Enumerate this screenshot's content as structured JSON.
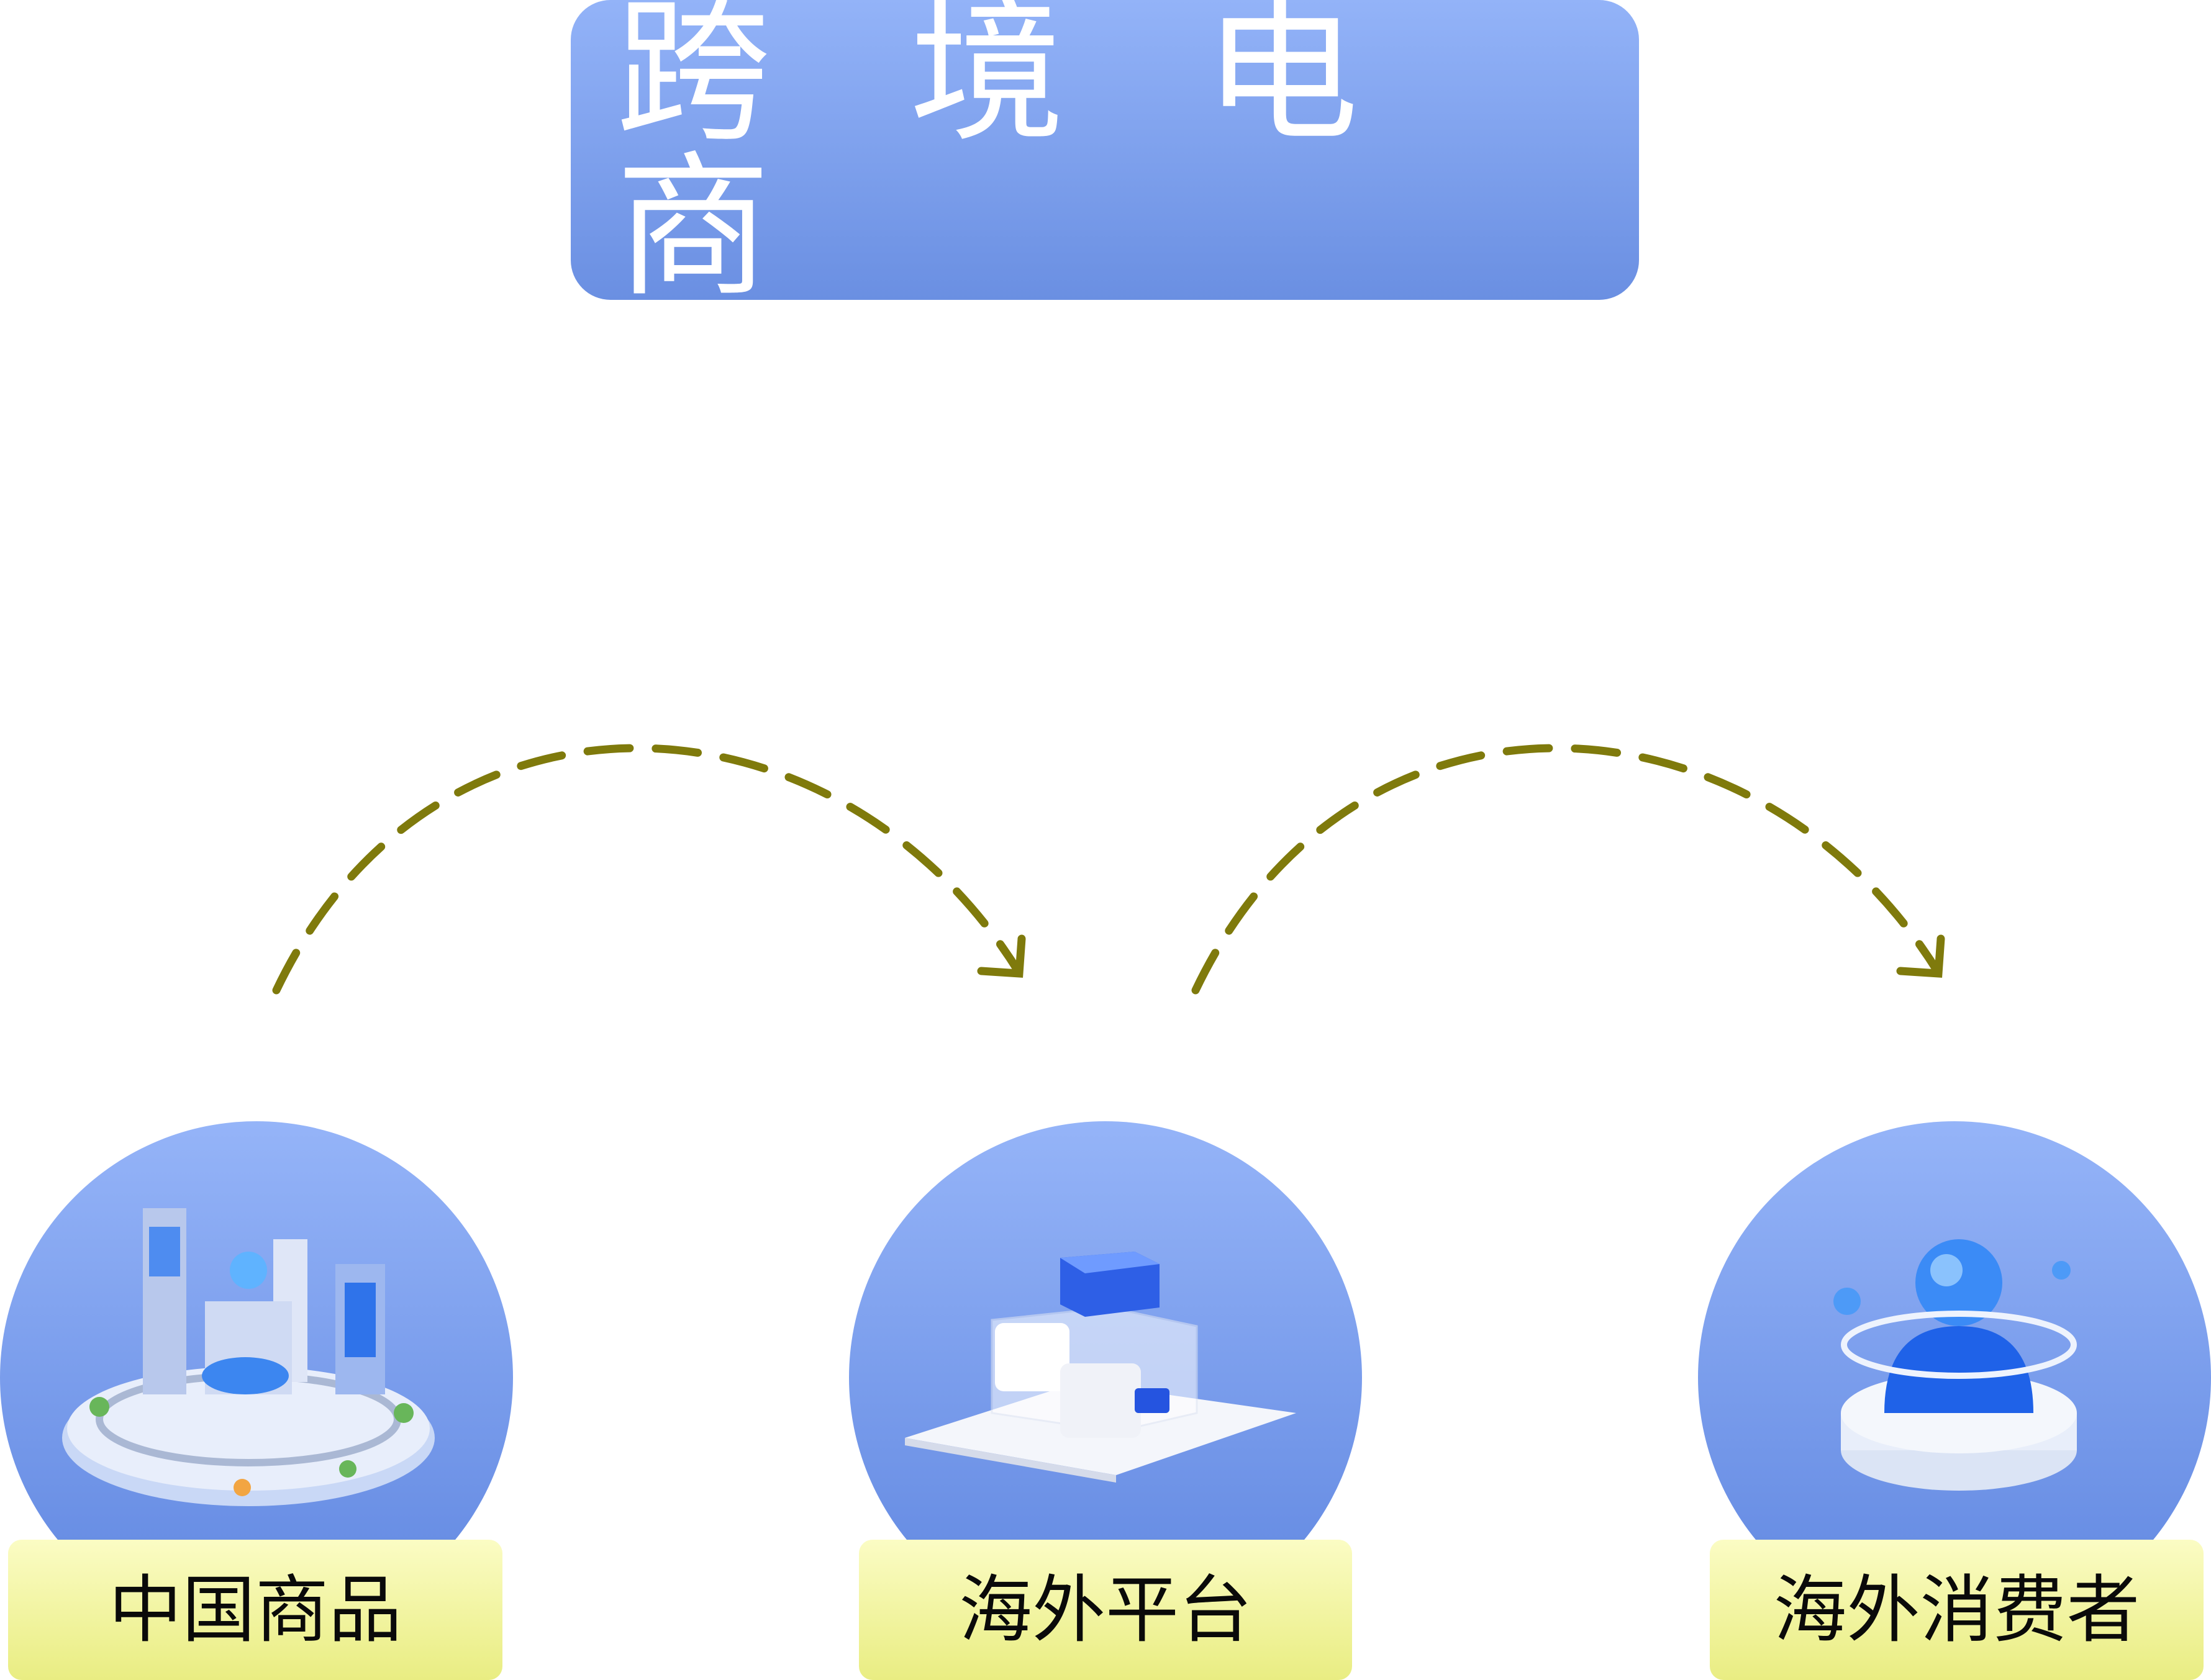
{
  "title": "跨 境 电 商",
  "nodes": [
    {
      "label": "中国商品",
      "icon": "city-icon"
    },
    {
      "label": "海外平台",
      "icon": "platform-cube-icon"
    },
    {
      "label": "海外消费者",
      "icon": "consumer-figure-icon"
    }
  ],
  "colors": {
    "title_gradient": [
      "#93b3f8",
      "#6a8fe2"
    ],
    "circle_gradient": [
      "#95b4f8",
      "#5f86e0"
    ],
    "label_gradient": [
      "#fbfcc4",
      "#e9ed82"
    ],
    "arrow": "#7f7a0c"
  }
}
